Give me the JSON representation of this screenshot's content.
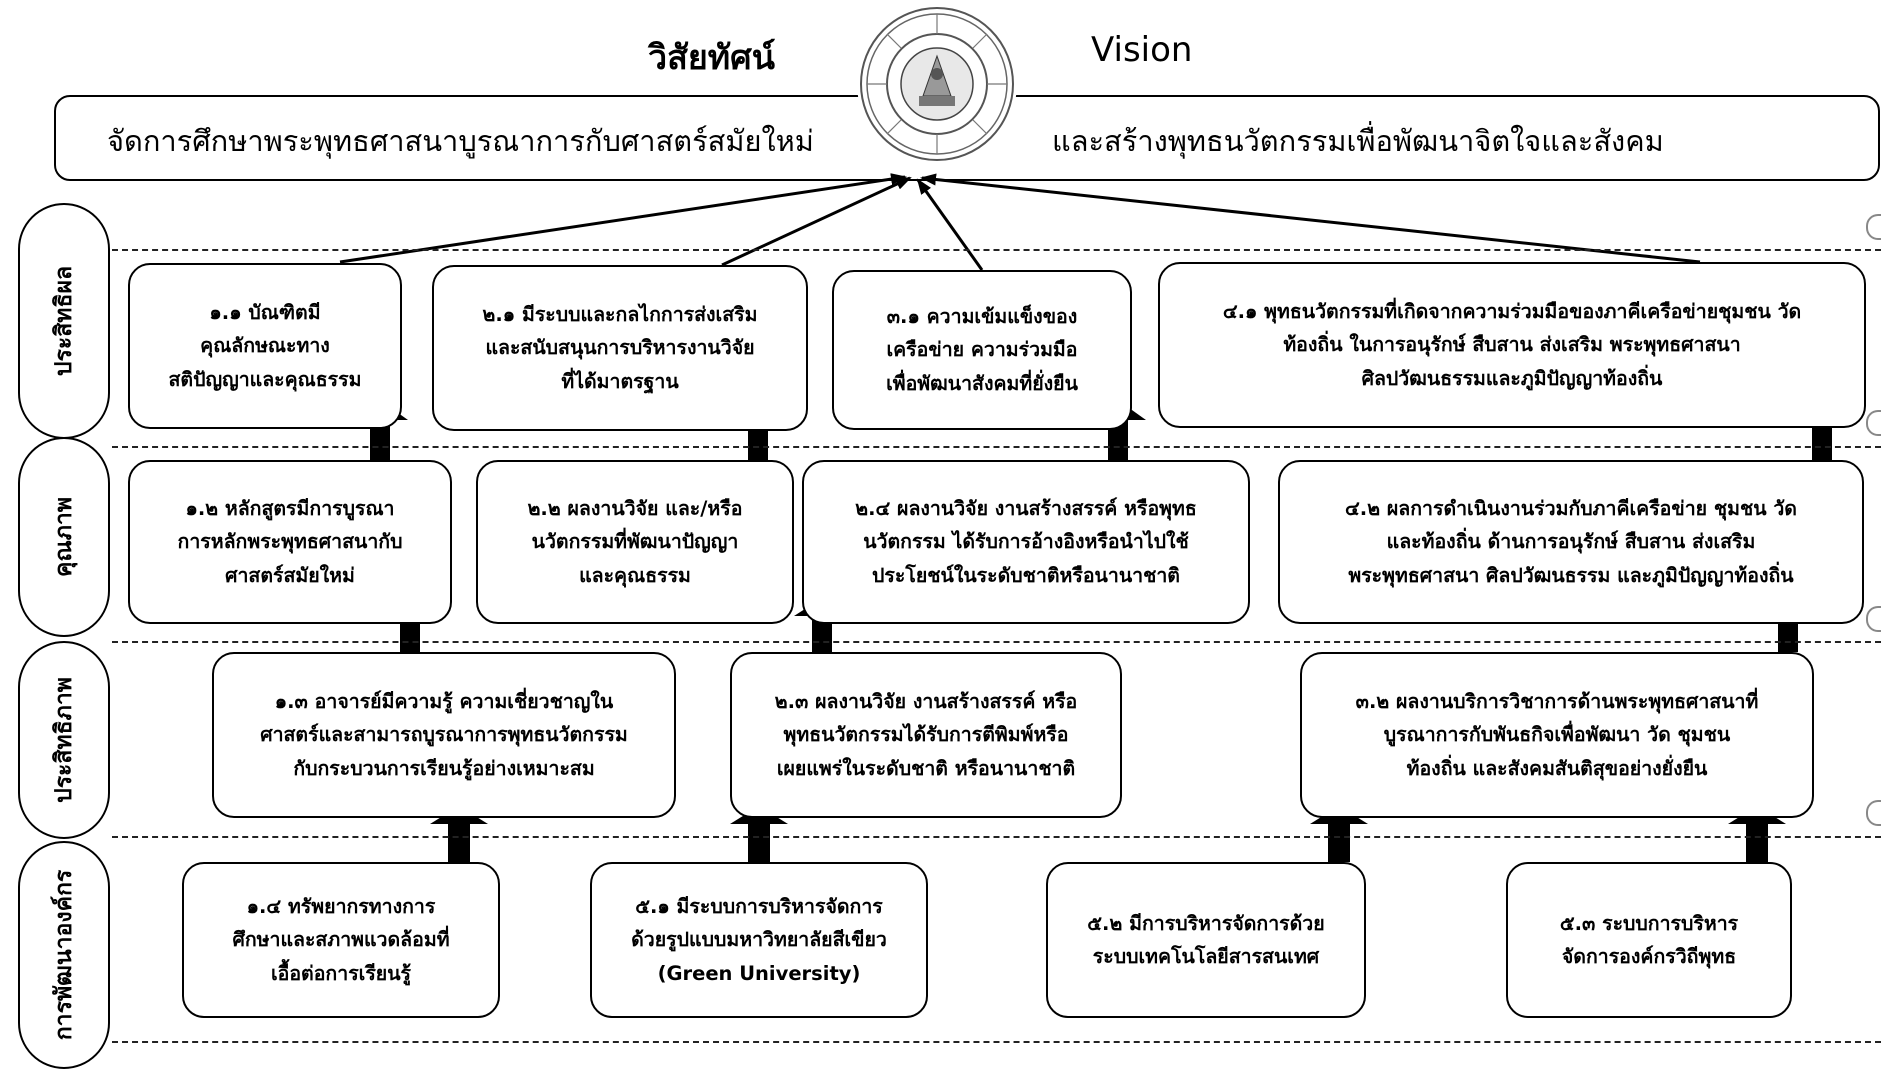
{
  "header": {
    "title_th": "วิสัยทัศน์",
    "title_en": "Vision",
    "seal_icon": "university-seal-icon",
    "vision_left": "จัดการศึกษาพระพุทธศาสนาบูรณาการกับศาสตร์สมัยใหม่",
    "vision_right": "และสร้างพุทธนวัตกรรมเพื่อพัฒนาจิตใจและสังคม"
  },
  "rows": [
    {
      "label": "ประสิทธิผล"
    },
    {
      "label": "คุณภาพ"
    },
    {
      "label": "ประสิทธิภาพ"
    },
    {
      "label": "การพัฒนาองค์กร"
    }
  ],
  "boxes": {
    "b11": "๑.๑ บัณฑิตมี\nคุณลักษณะทาง\nสติปัญญาและคุณธรรม",
    "b21": "๒.๑ มีระบบและกลไกการส่งเสริม\nและสนับสนุนการบริหารงานวิจัย\nที่ได้มาตรฐาน",
    "b31": "๓.๑ ความเข้มแข็งของ\nเครือข่าย ความร่วมมือ\nเพื่อพัฒนาสังคมที่ยั่งยืน",
    "b41": "๔.๑ พุทธนวัตกรรมที่เกิดจากความร่วมมือของภาคีเครือข่ายชุมชน วัด\nท้องถิ่น ในการอนุรักษ์ สืบสาน ส่งเสริม พระพุทธศาสนา\nศิลปวัฒนธรรมและภูมิปัญญาท้องถิ่น",
    "b12": "๑.๒ หลักสูตรมีการบูรณา\nการหลักพระพุทธศาสนากับ\nศาสตร์สมัยใหม่",
    "b22": "๒.๒ ผลงานวิจัย และ/หรือ\nนวัตกรรมที่พัฒนาปัญญา\nและคุณธรรม",
    "b24": "๒.๔ ผลงานวิจัย งานสร้างสรรค์ หรือพุทธ\nนวัตกรรม ได้รับการอ้างอิงหรือนำไปใช้\nประโยชน์ในระดับชาติหรือนานาชาติ",
    "b42": "๔.๒ ผลการดำเนินงานร่วมกับภาคีเครือข่าย ชุมชน วัด\nและท้องถิ่น ด้านการอนุรักษ์ สืบสาน ส่งเสริม\nพระพุทธศาสนา ศิลปวัฒนธรรม และภูมิปัญญาท้องถิ่น",
    "b13": "๑.๓ อาจารย์มีความรู้ ความเชี่ยวชาญใน\nศาสตร์และสามารถบูรณาการพุทธนวัตกรรม\nกับกระบวนการเรียนรู้อย่างเหมาะสม",
    "b23": "๒.๓ ผลงานวิจัย งานสร้างสรรค์ หรือ\nพุทธนวัตกรรมได้รับการตีพิมพ์หรือ\nเผยแพร่ในระดับชาติ หรือนานาชาติ",
    "b32": "๓.๒ ผลงานบริการวิชาการด้านพระพุทธศาสนาที่\nบูรณาการกับพันธกิจเพื่อพัฒนา วัด ชุมชน\nท้องถิ่น และสังคมสันติสุขอย่างยั่งยืน",
    "b14": "๑.๔ ทรัพยากรทางการ\nศึกษาและสภาพแวดล้อมที่\nเอื้อต่อการเรียนรู้",
    "b51": "๕.๑ มีระบบการบริหารจัดการ\nด้วยรูปแบบมหาวิทยาลัยสีเขียว\n(Green University)",
    "b52": "๕.๒ มีการบริหารจัดการด้วย\nระบบเทคโนโลยีสารสนเทศ",
    "b53": "๕.๓ ระบบการบริหาร\nจัดการองค์กรวิถีพุทธ"
  }
}
